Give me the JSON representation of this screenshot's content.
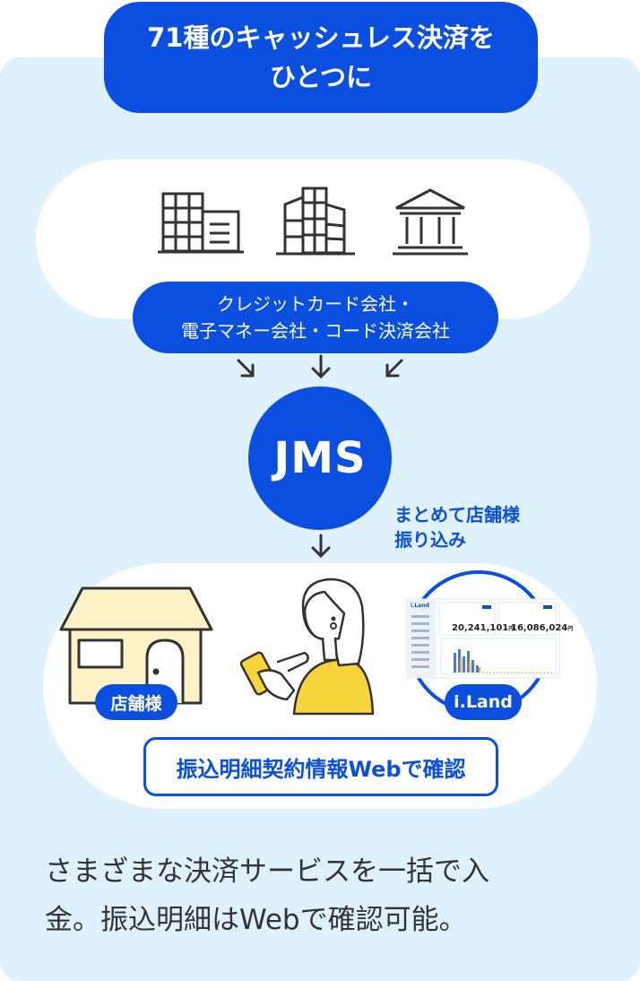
{
  "title": {
    "line1": "71種のキャッシュレス決済を",
    "line2": "ひとつに"
  },
  "providers": {
    "line1": "クレジットカード会社・",
    "line2": "電子マネー会社・コード決済会社"
  },
  "center_label": "JMS",
  "bulk_note": {
    "line1": "まとめて店舗様",
    "line2": "振り込み"
  },
  "store_label": "店舗様",
  "app_label": "i.Land",
  "web_check_label": "振込明細契約情報Webで確認",
  "app_screen": {
    "logo": "i.Land",
    "value1": "20,241,101",
    "unit1": "円",
    "value2": "16,086,024",
    "unit2": "円"
  },
  "summary": {
    "line1": "さまざまな決済サービスを一括で入",
    "line2": "金。振込明細はWebで確認可能。"
  },
  "colors": {
    "primary": "#0a4fe0",
    "panel_bg": "#dff1fd",
    "house": "#fff2c6",
    "clothes": "#f6d53a"
  }
}
